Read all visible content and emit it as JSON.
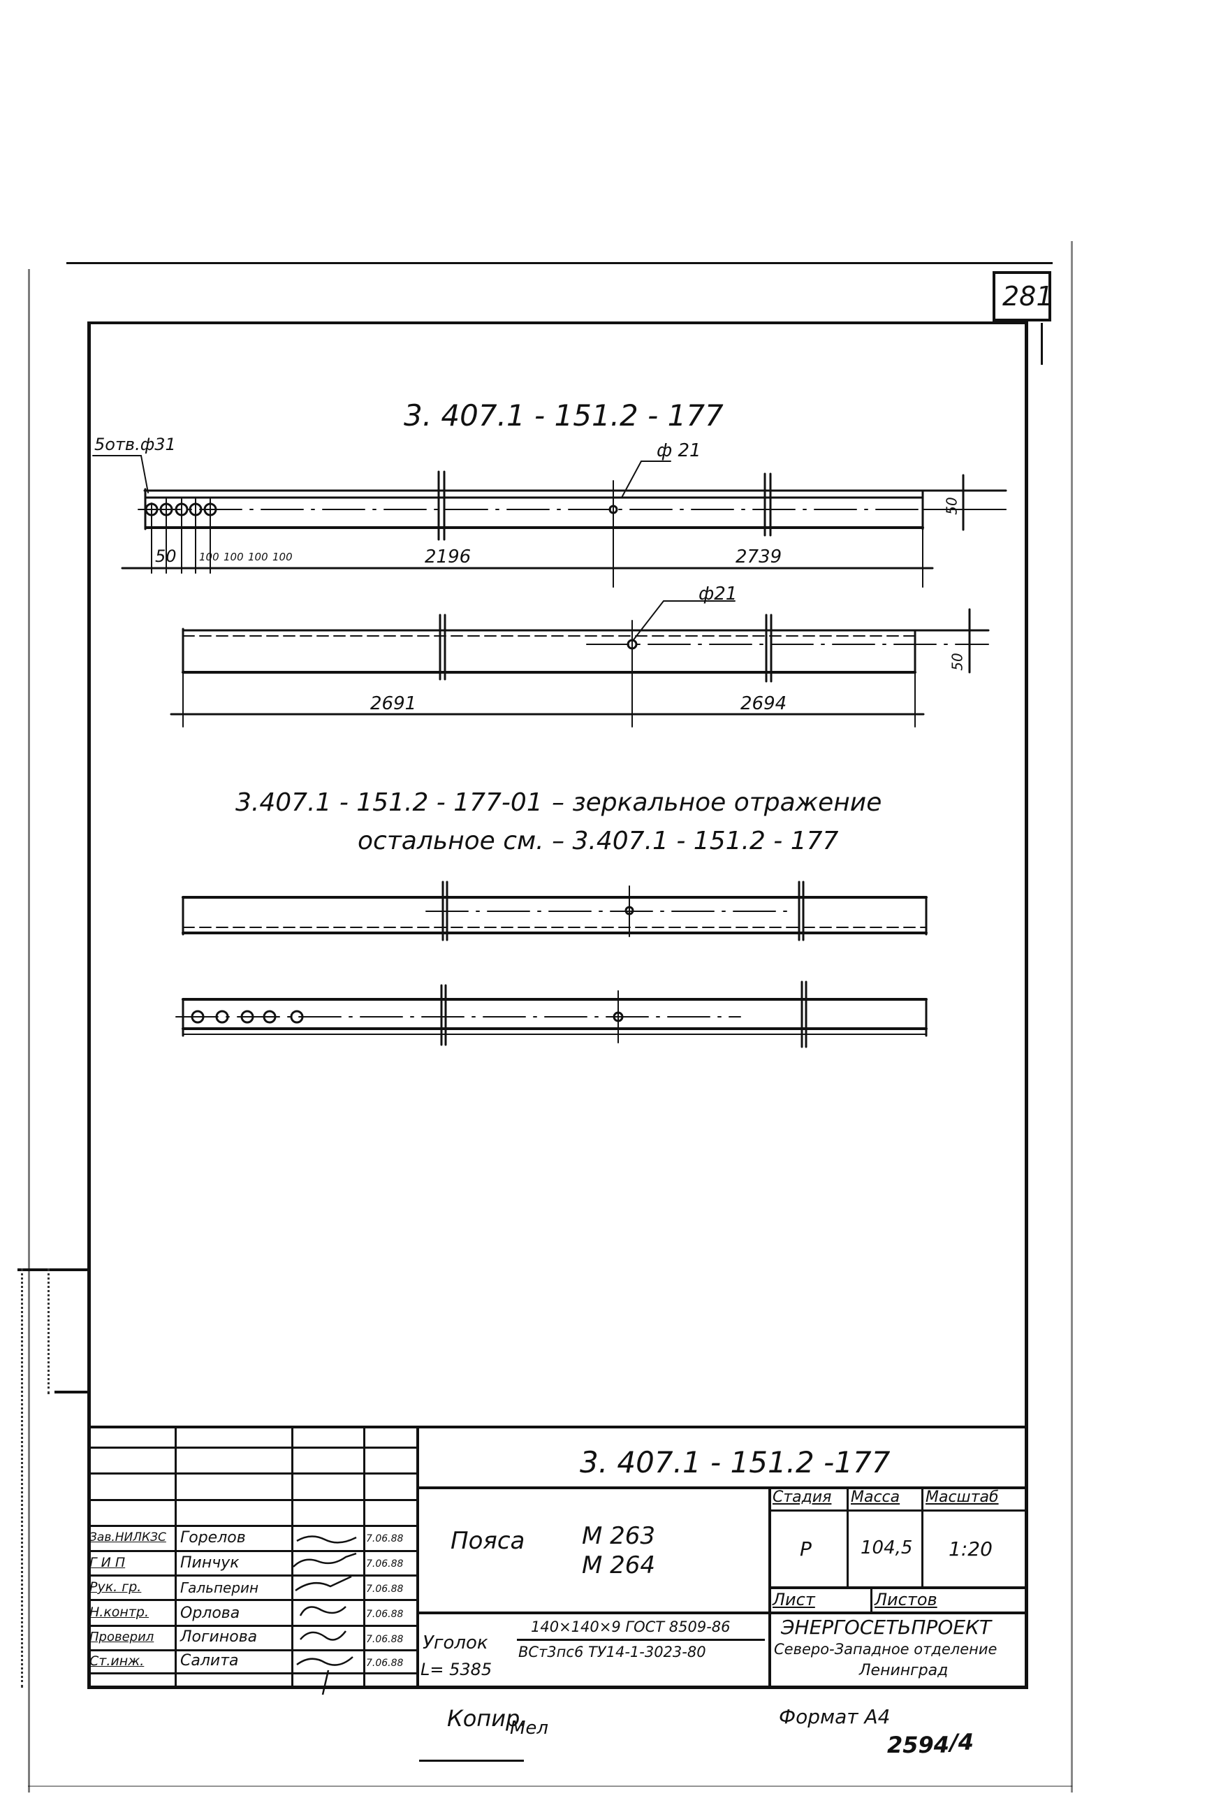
{
  "sheet": {
    "page_number": "281",
    "format_label": "Формат А4",
    "copy_label": "Копир.",
    "copy_signature": "Мел",
    "archive_number": "2594",
    "archive_suffix": "/4"
  },
  "drawing": {
    "title_main": "3. 407.1 - 151.2 - 177",
    "view1": {
      "holes_callout": "5отв.ф31",
      "hole_callout_right": "ф 21",
      "dims_bottom": [
        "50",
        "100",
        "100",
        "100",
        "100",
        "2196",
        "2739"
      ],
      "dim_vertical": "50"
    },
    "view2": {
      "hole_callout": "ф21",
      "dims_bottom": [
        "2691",
        "2694"
      ],
      "dim_vertical": "50"
    },
    "mirror_note_line1_code": "3.407.1 - 151.2 - 177-01",
    "mirror_note_line1_text": "– зеркальное   отражение",
    "mirror_note_line2": "остальное  см. – 3.407.1 - 151.2 - 177"
  },
  "title_block": {
    "document_code": "3. 407.1 - 151.2 -177",
    "name_word": "Пояса",
    "marks": [
      "М 263",
      "М 264"
    ],
    "headers": {
      "stage": "Стадия",
      "mass": "Масса",
      "scale": "Масштаб",
      "sheet": "Лист",
      "sheets": "Листов"
    },
    "values": {
      "stage": "Р",
      "mass": "104,5",
      "scale": "1:20"
    },
    "material_label": "Уголок",
    "material_length": "L= 5385",
    "material_numerator": "140×140×9  ГОСТ 8509-86",
    "material_denominator": "ВСт3пс6 ТУ14-1-3023-80",
    "organization": "ЭНЕРГОСЕТЬПРОЕКТ",
    "org_division": "Северо-Западное отделение",
    "org_city": "Ленинград",
    "signatures": [
      {
        "role": "Зав.НИЛКЗС",
        "name": "Горелов",
        "date": "7.06.88"
      },
      {
        "role": "Г И П",
        "name": "Пинчук",
        "date": "7.06.88"
      },
      {
        "role": "Рук. гр.",
        "name": "Гальперин",
        "date": "7.06.88"
      },
      {
        "role": "Н.контр.",
        "name": "Орлова",
        "date": "7.06.88"
      },
      {
        "role": "Проверил",
        "name": "Логинова",
        "date": "7.06.88"
      },
      {
        "role": "Ст.инж.",
        "name": "Салита",
        "date": "7.06.88"
      }
    ]
  }
}
